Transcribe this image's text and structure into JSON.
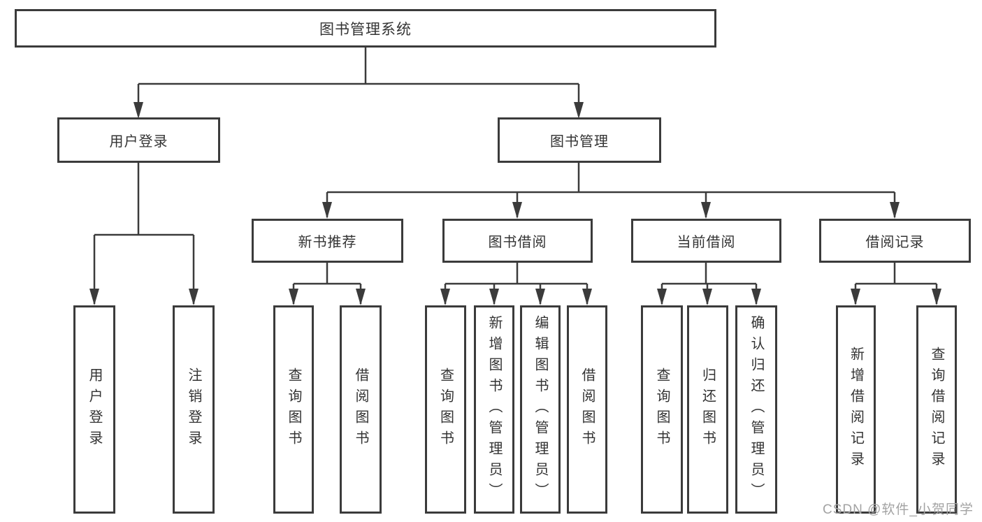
{
  "diagram": {
    "root": {
      "label": "图书管理系统"
    },
    "level2": [
      {
        "label": "用户登录"
      },
      {
        "label": "图书管理"
      }
    ],
    "level3": [
      {
        "label": "新书推荐"
      },
      {
        "label": "图书借阅"
      },
      {
        "label": "当前借阅"
      },
      {
        "label": "借阅记录"
      }
    ],
    "leaves": {
      "user_login": [
        {
          "label": "用户登录"
        },
        {
          "label": "注销登录"
        }
      ],
      "new_book": [
        {
          "label": "查询图书"
        },
        {
          "label": "借阅图书"
        }
      ],
      "book_borrow": [
        {
          "label": "查询图书"
        },
        {
          "label": "新增图书（管理员）"
        },
        {
          "label": "编辑图书（管理员）"
        },
        {
          "label": "借阅图书"
        }
      ],
      "current_borrow": [
        {
          "label": "查询图书"
        },
        {
          "label": "归还图书"
        },
        {
          "label": "确认归还（管理员）"
        }
      ],
      "borrow_record": [
        {
          "label": "新增借阅记录"
        },
        {
          "label": "查询借阅记录"
        }
      ]
    },
    "watermark": "CSDN @软件_小贺同学"
  },
  "colors": {
    "line": "#3b3b3b",
    "border": "#3b3b3b",
    "text": "#333333",
    "watermark": "#a3a3a3",
    "background": "#ffffff"
  }
}
